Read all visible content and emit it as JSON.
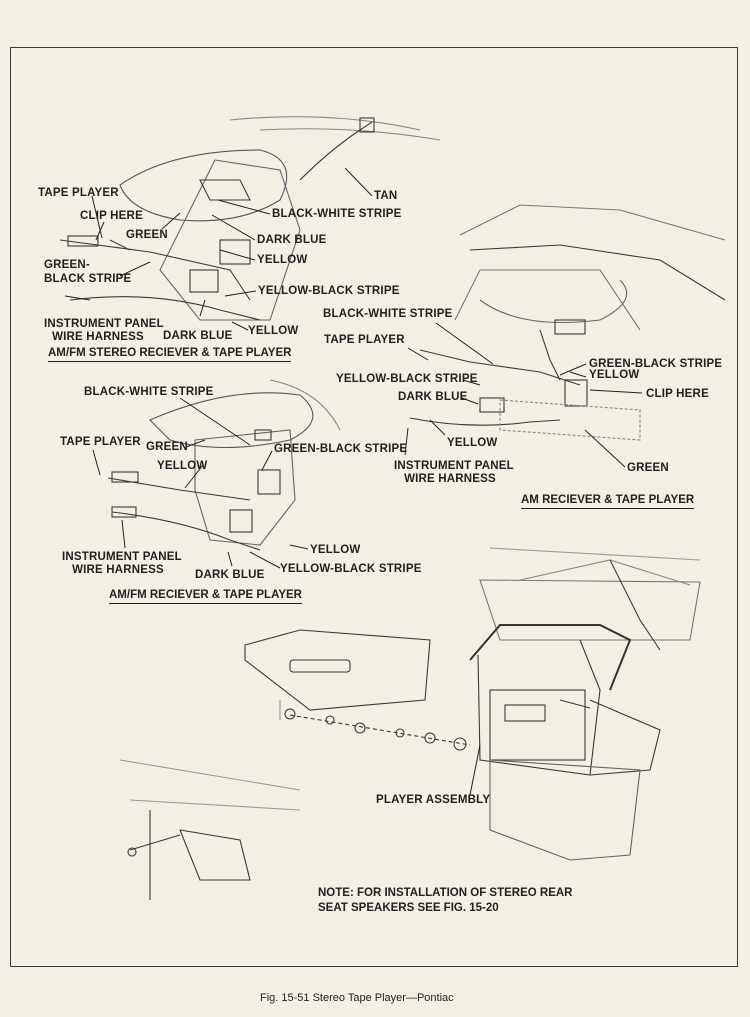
{
  "panel1": {
    "title": "AM/FM STEREO RECIEVER & TAPE PLAYER",
    "labels": {
      "tape_player": "TAPE PLAYER",
      "clip_here": "CLIP HERE",
      "green": "GREEN",
      "green_black_line1": "GREEN-",
      "green_black_line2": "BLACK STRIPE",
      "instrument_line1": "INSTRUMENT PANEL",
      "instrument_line2": "WIRE HARNESS",
      "dark_blue_bottom": "DARK BLUE",
      "yellow_bottom": "YELLOW",
      "yellow_black": "YELLOW-BLACK STRIPE",
      "yellow_mid": "YELLOW",
      "dark_blue_mid": "DARK BLUE",
      "black_white": "BLACK-WHITE STRIPE",
      "tan": "TAN"
    }
  },
  "panel2": {
    "title": "AM RECIEVER & TAPE PLAYER",
    "labels": {
      "black_white": "BLACK-WHITE STRIPE",
      "tape_player": "TAPE PLAYER",
      "yellow_top": "YELLOW",
      "green_black": "GREEN-BLACK STRIPE",
      "yellow_black": "YELLOW-BLACK STRIPE",
      "clip_here": "CLIP HERE",
      "dark_blue": "DARK BLUE",
      "yellow_bottom": "YELLOW",
      "instrument_line1": "INSTRUMENT PANEL",
      "instrument_line2": "WIRE HARNESS",
      "green": "GREEN"
    }
  },
  "panel3": {
    "title": "AM/FM RECIEVER & TAPE PLAYER",
    "labels": {
      "black_white": "BLACK-WHITE STRIPE",
      "tape_player": "TAPE PLAYER",
      "green": "GREEN",
      "green_black": "GREEN-BLACK STRIPE",
      "yellow_top": "YELLOW",
      "instrument_line1": "INSTRUMENT PANEL",
      "instrument_line2": "WIRE HARNESS",
      "dark_blue": "DARK BLUE",
      "yellow_bottom": "YELLOW",
      "yellow_black": "YELLOW-BLACK STRIPE"
    }
  },
  "assembly": {
    "player_assembly": "PLAYER ASSEMBLY",
    "note_line1": "NOTE: FOR INSTALLATION OF STEREO REAR",
    "note_line2": "SEAT SPEAKERS SEE FIG. 15-20"
  },
  "caption": "Fig. 15-51   Stereo Tape Player—Pontiac"
}
